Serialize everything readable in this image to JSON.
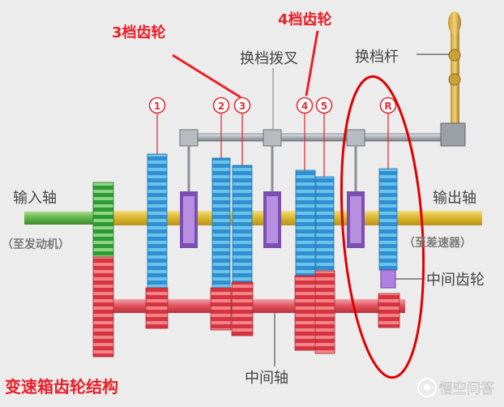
{
  "title": "变速箱齿轮结构",
  "labels": {
    "gear3_callout": "3档齿轮",
    "gear4_callout": "4档齿轮",
    "shift_fork": "换档拨叉",
    "shift_lever": "换档杆",
    "input_shaft": "输入轴",
    "input_shaft_note": "（至发动机）",
    "output_shaft": "输出轴",
    "output_shaft_note": "（至差速器）",
    "idler_gear": "中间齿轮",
    "countershaft": "中间轴"
  },
  "gear_numbers": [
    "1",
    "2",
    "3",
    "4",
    "5",
    "R"
  ],
  "watermark": "悟空问答",
  "colors": {
    "callout_red": "#e8202a",
    "upper_gear_blue": "#3aa6dc",
    "lower_gear_red": "#e84a55",
    "input_gear_green": "#3aa640",
    "output_shaft_yellow": "#e2c23a",
    "input_shaft_green": "#6fbf57",
    "synchro_purple": "#9a5fc7",
    "fork_gray": "#9aa0a6",
    "ellipse_red": "#e00000"
  }
}
